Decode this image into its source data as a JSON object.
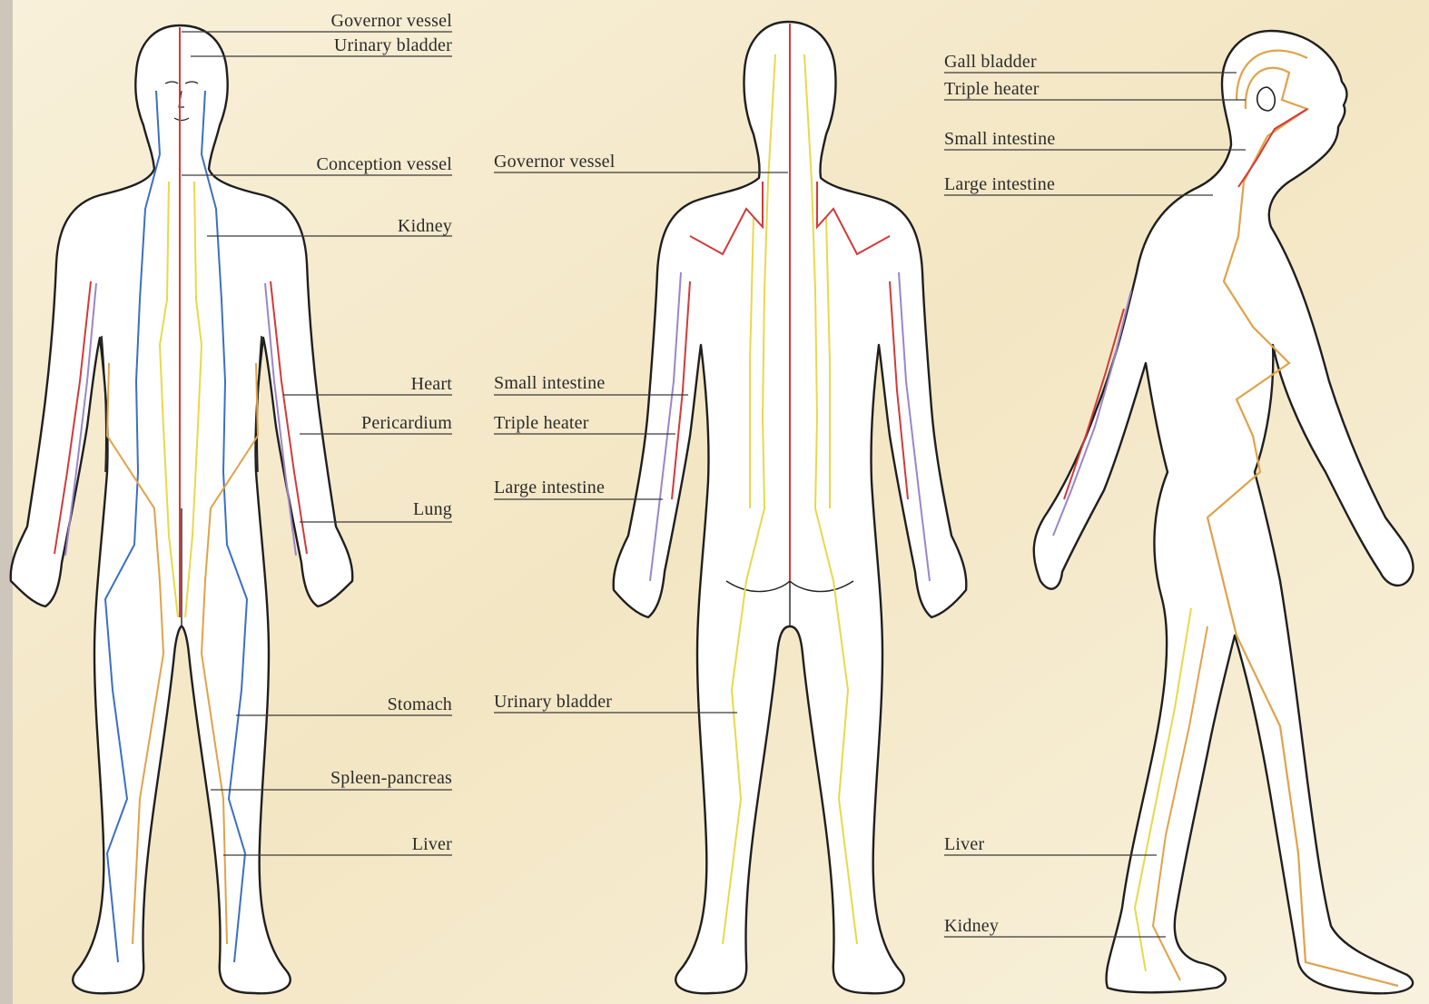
{
  "front_labels": [
    "Governor vessel",
    "Urinary bladder",
    "Conception vessel",
    "Kidney",
    "Heart",
    "Pericardium",
    "Lung",
    "Stomach",
    "Spleen-pancreas",
    "Liver"
  ],
  "back_labels": [
    "Governor vessel",
    "Small intestine",
    "Triple heater",
    "Large intestine",
    "Urinary bladder"
  ],
  "side_labels": [
    "Gall bladder",
    "Triple heater",
    "Small intestine",
    "Large intestine",
    "Liver",
    "Kidney"
  ],
  "colors": {
    "background_light": "#f7efd8",
    "background_dark": "#eadcb3",
    "body_fill": "#ffffff",
    "outline": "#1f1f1f",
    "meridian_red": "#d23a3a",
    "meridian_blue": "#3b6fc4",
    "meridian_yellow": "#e8d84a",
    "meridian_orange": "#e0a24a",
    "meridian_violet": "#9a86c8",
    "leader_line": "#3a3a3a"
  }
}
